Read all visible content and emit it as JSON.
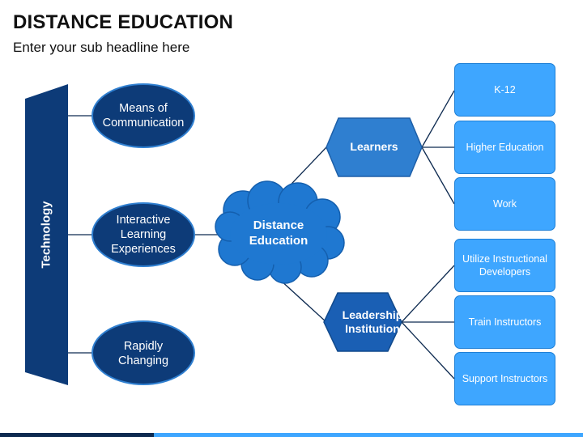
{
  "header": {
    "title": "DISTANCE EDUCATION",
    "subtitle": "Enter your sub headline here"
  },
  "colors": {
    "dark_navy": "#0d3b78",
    "hex_blue": "#2f7fd0",
    "cloud_blue": "#1f78d1",
    "box_blue": "#3ea6ff",
    "connector": "#0d2a50"
  },
  "technology": {
    "label": "Technology"
  },
  "ellipses": [
    {
      "label": "Means of Communication"
    },
    {
      "label": "Interactive Learning Experiences"
    },
    {
      "label": "Rapidly Changing"
    }
  ],
  "center": {
    "label": "Distance Education"
  },
  "learners": {
    "label": "Learners",
    "items": [
      "K-12",
      "Higher Education",
      "Work"
    ]
  },
  "leadership": {
    "label": "Leadership Institution",
    "items": [
      "Utilize Instructional Developers",
      "Train Instructors",
      "Support Instructors"
    ]
  }
}
